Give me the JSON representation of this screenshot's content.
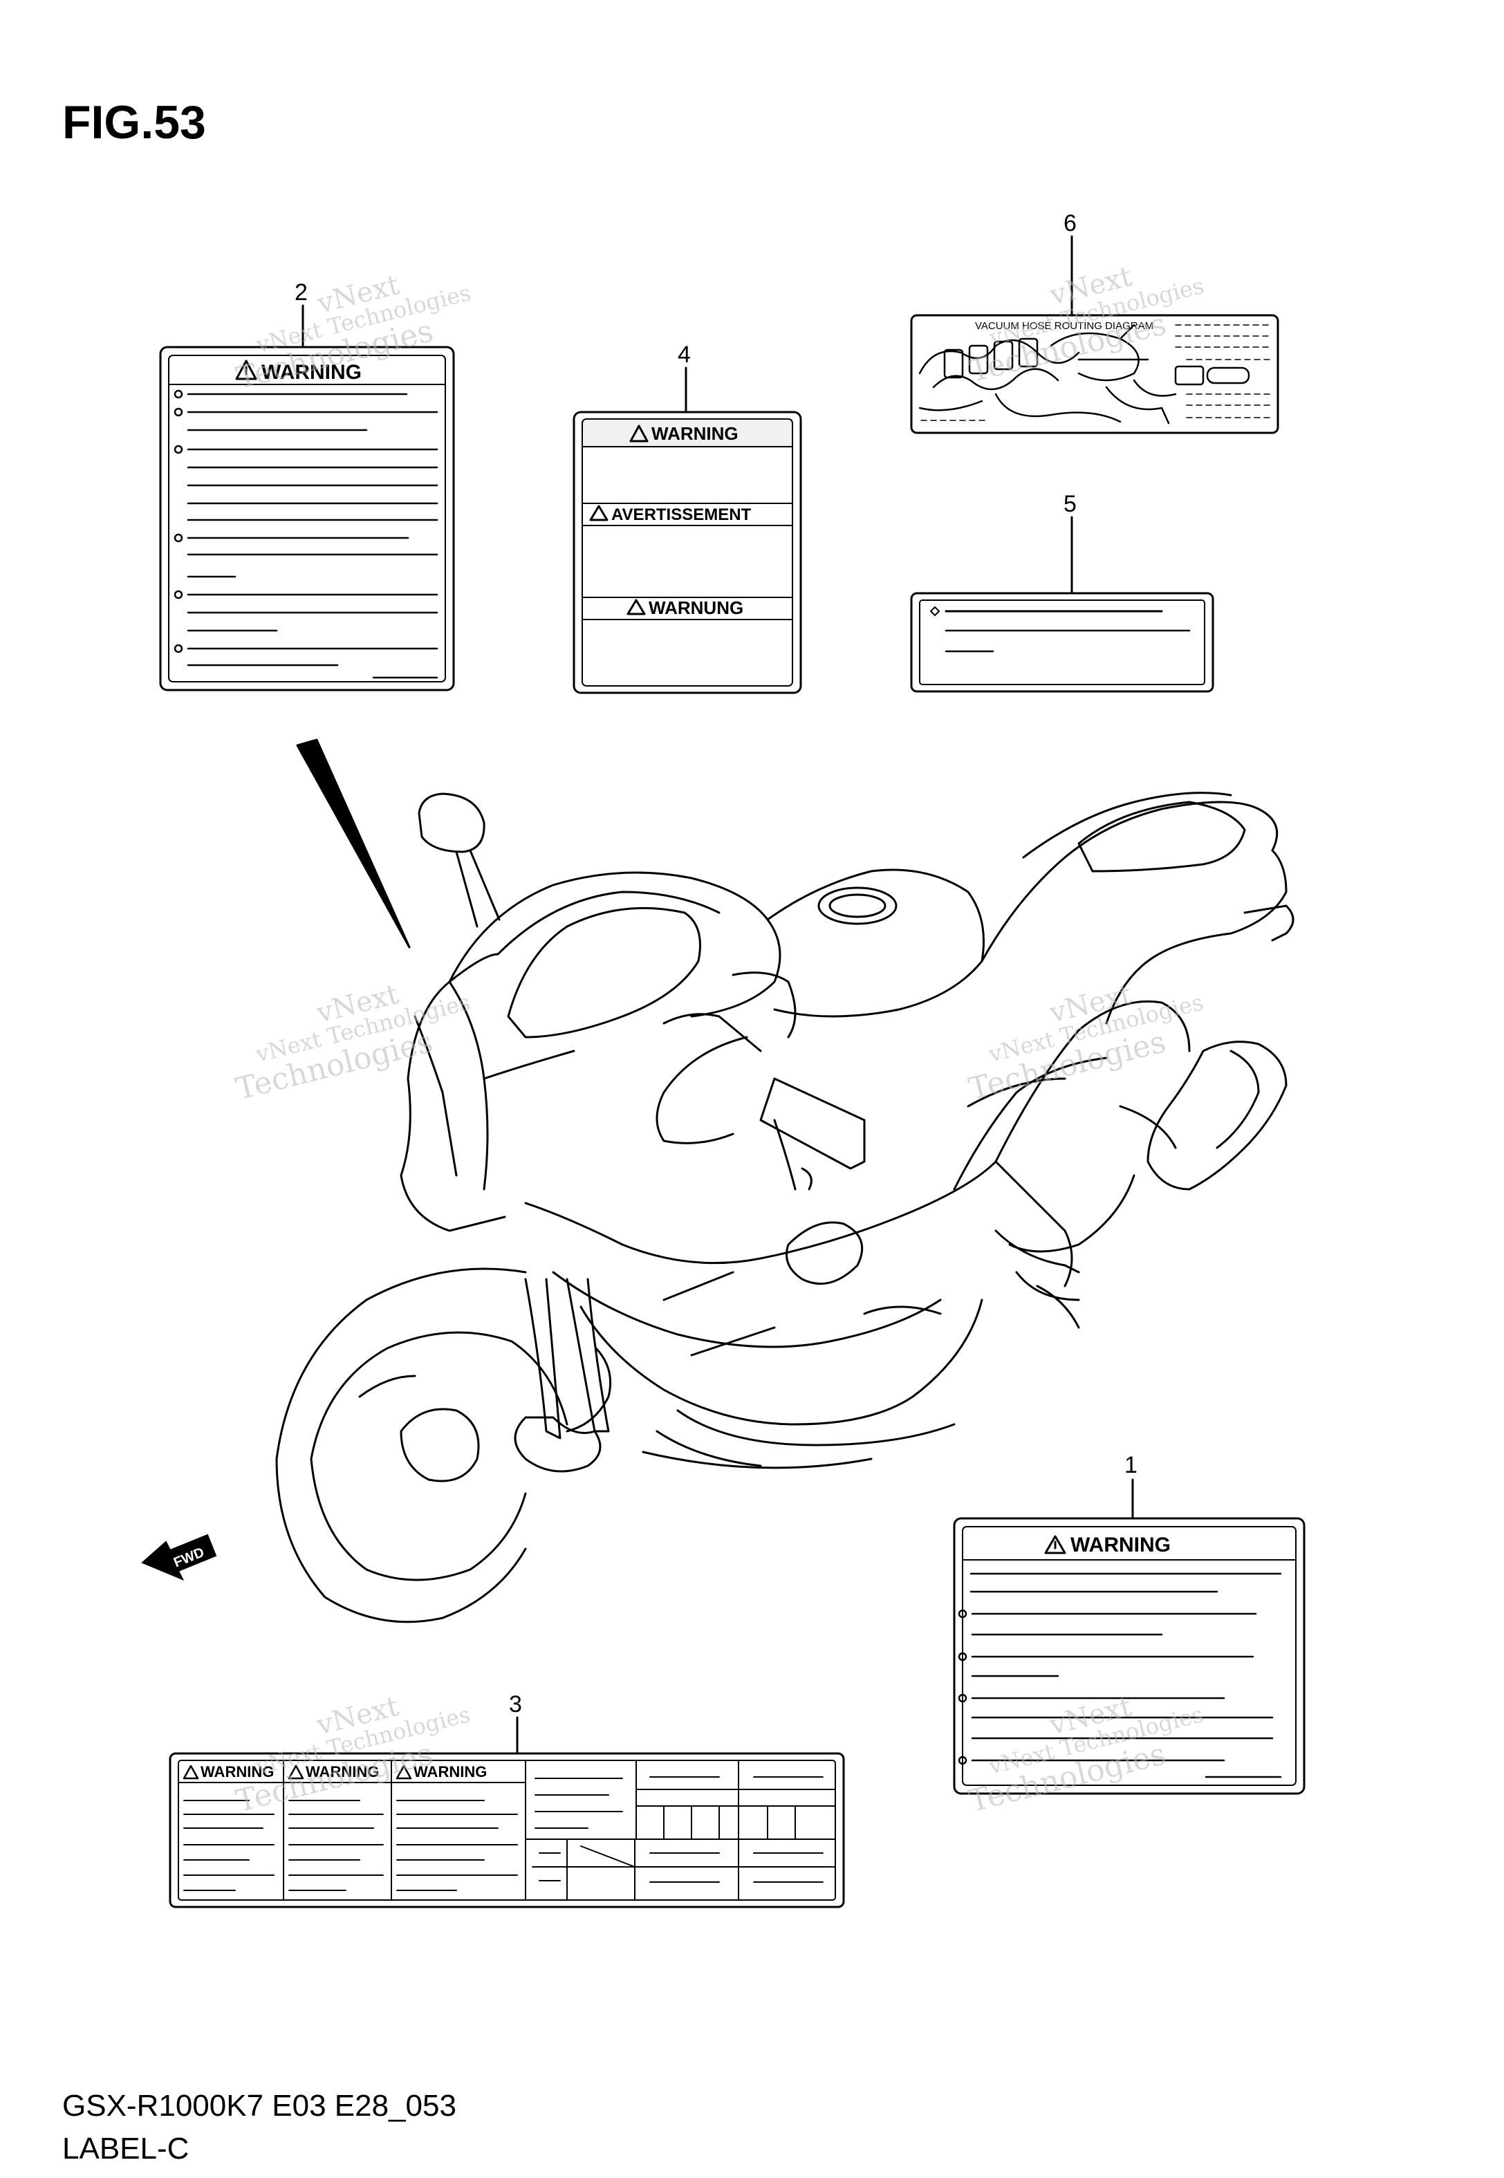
{
  "figure": {
    "title": "FIG.53",
    "footer_code": "GSX-R1000K7 E03 E28_053",
    "footer_name": "LABEL-C"
  },
  "callouts": {
    "c1": "1",
    "c2": "2",
    "c3": "3",
    "c4": "4",
    "c5": "5",
    "c6": "6"
  },
  "labels": {
    "label1": {
      "heading": "WARNING"
    },
    "label2": {
      "heading": "WARNING"
    },
    "label3": {
      "h1": "WARNING",
      "h2": "WARNING",
      "h3": "WARNING"
    },
    "label4": {
      "h1": "WARNING",
      "h2": "AVERTISSEMENT",
      "h3": "WARNUNG"
    },
    "label6": {
      "title": "VACUUM HOSE ROUTING DIAGRAM"
    }
  },
  "fwd": {
    "text": "FWD"
  },
  "watermark": {
    "line1": "vNext",
    "line2": "vNext Technologies",
    "line3": "Technologies"
  },
  "colors": {
    "ink": "#000000",
    "watermark": "#b9b9b9"
  }
}
